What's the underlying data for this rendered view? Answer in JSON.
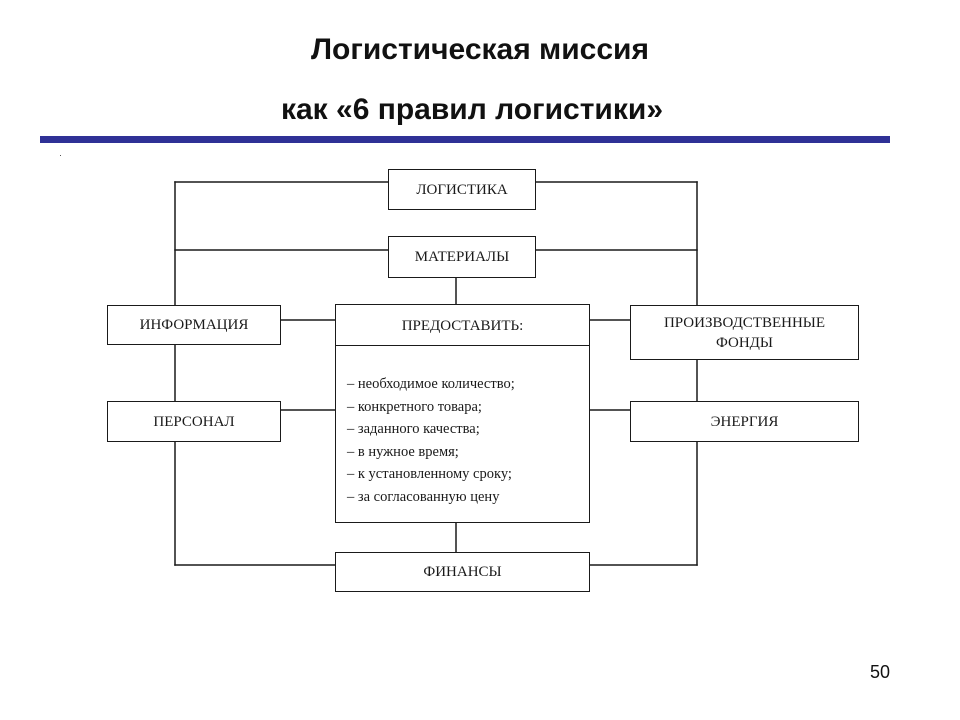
{
  "slide": {
    "title_line_1": "Логистическая миссия",
    "title_line_2": "как «6 правил логистики»",
    "page_number": "50",
    "rule_color": "#2f3196"
  },
  "diagram": {
    "logistics": "ЛОГИСТИКА",
    "materials": "МАТЕРИАЛЫ",
    "information": "ИНФОРМАЦИЯ",
    "provide": "ПРЕДОСТАВИТЬ:",
    "production_assets_line_1": "ПРОИЗВОДСТВЕННЫЕ",
    "production_assets_line_2": "ФОНДЫ",
    "personnel": "ПЕРСОНАЛ",
    "energy": "ЭНЕРГИЯ",
    "finance": "ФИНАНСЫ",
    "rules": [
      "– необходимое количество;",
      "– конкретного товара;",
      "– заданного качества;",
      "– в нужное время;",
      "– к установленному сроку;",
      "– за согласованную цену"
    ]
  }
}
